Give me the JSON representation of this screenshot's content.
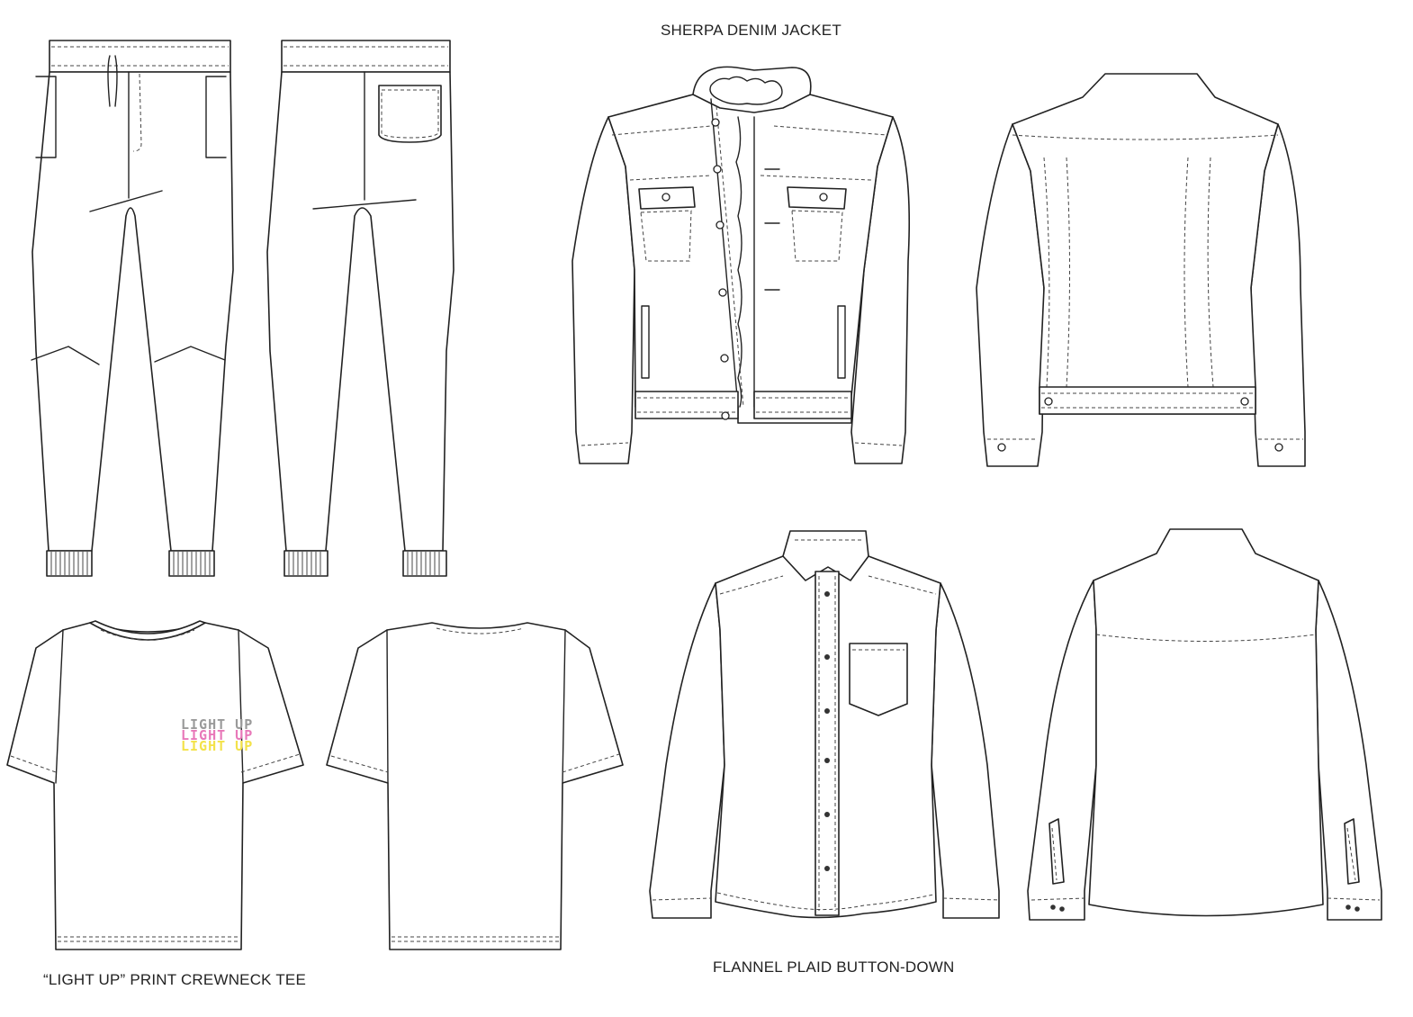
{
  "labels": {
    "sherpa_jacket": "SHERPA DENIM JACKET",
    "crewneck_tee": "“LIGHT UP” PRINT CREWNECK TEE",
    "flannel_shirt": "FLANNEL PLAID BUTTON-DOWN"
  },
  "tee_print": {
    "text": "LIGHT UP",
    "colors": [
      "#9a9a9a",
      "#e879b9",
      "#f3e24a"
    ]
  },
  "colors": {
    "line": "#222222",
    "background": "#ffffff"
  }
}
